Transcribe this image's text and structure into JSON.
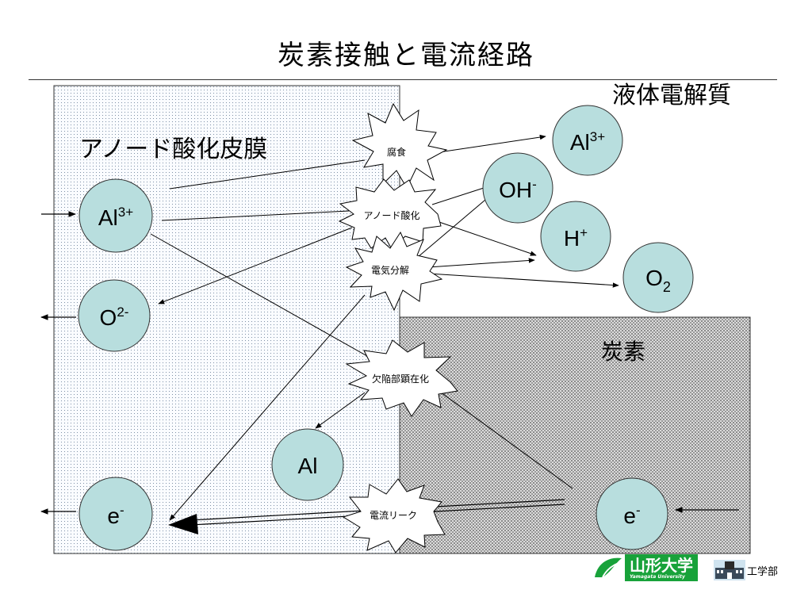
{
  "title": "炭素接触と電流経路",
  "regions": {
    "electrolyte": "液体電解質",
    "anode_film": "アノード酸化皮膜",
    "carbon": "炭素"
  },
  "species": {
    "al3_film": {
      "base": "Al",
      "sup": "3+",
      "sub": ""
    },
    "o2minus": {
      "base": "O",
      "sup": "2-",
      "sub": ""
    },
    "e_film": {
      "base": "e",
      "sup": "-",
      "sub": ""
    },
    "al3_electrolyte": {
      "base": "Al",
      "sup": "3+",
      "sub": ""
    },
    "oh": {
      "base": "OH",
      "sup": "-",
      "sub": ""
    },
    "h": {
      "base": "H",
      "sup": "+",
      "sub": ""
    },
    "o2": {
      "base": "O",
      "sup": "",
      "sub": "2"
    },
    "al_metal": {
      "base": "Al",
      "sup": "",
      "sub": ""
    },
    "e_carbon": {
      "base": "e",
      "sup": "-",
      "sub": ""
    }
  },
  "processes": {
    "corrosion": "腐食",
    "anodic_oxidation": "アノード酸化",
    "electrolysis": "電気分解",
    "defect_exposure": "欠陥部顕在化",
    "current_leak": "電流リーク"
  },
  "footer": {
    "university": "山形大学",
    "university_en": "Yamagata University",
    "faculty": "工学部"
  },
  "colors": {
    "ion_fill": "#b8dede",
    "film_dots": "#7d8fa6",
    "carbon_pattern": "#8a8a8a",
    "logo_green": "#18a23a"
  }
}
